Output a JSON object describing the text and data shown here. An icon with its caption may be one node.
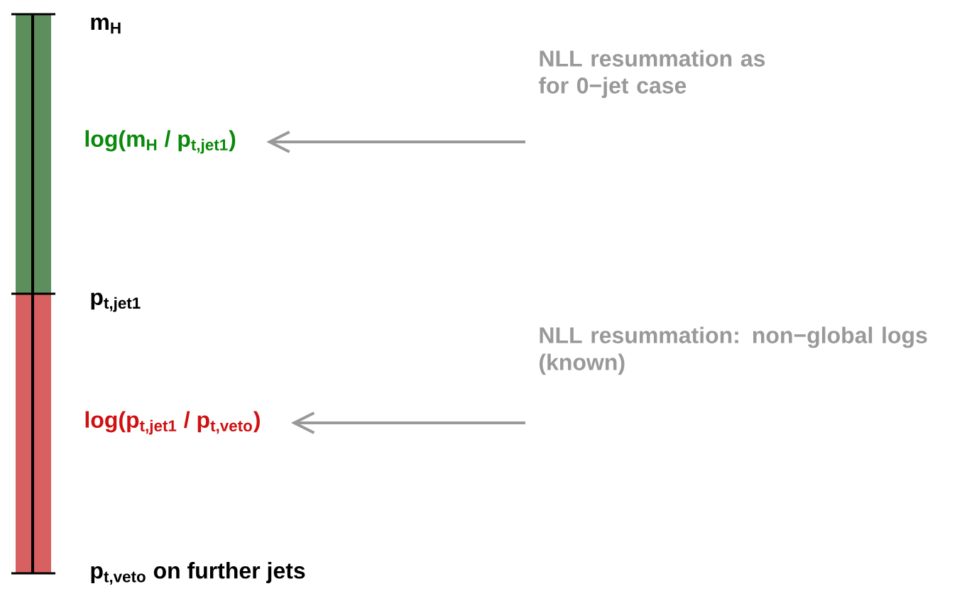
{
  "diagram": {
    "nodes": [
      {
        "text": [
          "NLL resummation as for 0−jet case"
        ]
      },
      {
        "text": [
          "log(m$_{H}$ / p$_{t,jet1}$)"
        ]
      },
      {
        "text": [
          "NLL resummation: non−global logs (known)"
        ]
      },
      {
        "text": [
          "log(p$_{t,jet1}$ / p$_{t,veto}$)"
        ]
      }
    ],
    "edges": [
      {
        "from": 0,
        "to": 1,
        "arrow": "to"
      },
      {
        "from": 2,
        "to": 3,
        "arrow": "to"
      }
    ],
    "labels": [
      "m$_{H}$",
      "p$_{t,jet1}$",
      "p$_{t,veto}$ on further jets"
    ]
  }
}
